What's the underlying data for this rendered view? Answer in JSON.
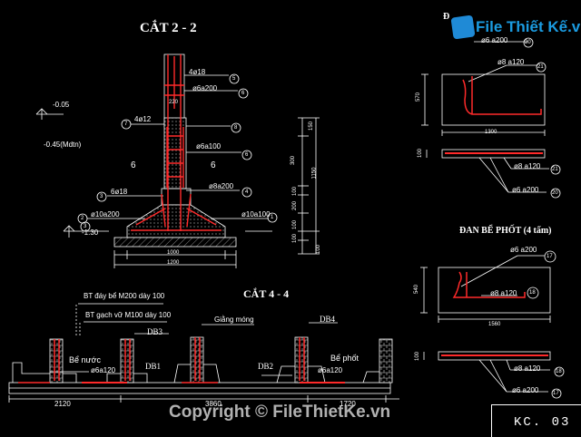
{
  "titles": {
    "section_2_2": "CẮT 2 - 2",
    "section_4_4": "CẮT 4 - 4",
    "slab_septic": "ĐAN BỂ PHỐT (4 tấm)",
    "slab_top_partial": "Đ"
  },
  "section_2_2": {
    "bar_4o18": "4ø18",
    "bar_o6a200_top": "ø6a200",
    "bar_4o12": "4ø12",
    "bar_o6a100": "ø6a100",
    "bar_6o18": "6ø18",
    "bar_o8a200": "ø8a200",
    "bar_o10a200": "ø10a200",
    "bar_o10a100": "ø10a100",
    "level_minus005": "-0.05",
    "level_minus045": "-0.45(Mdtn)",
    "level_minus130": "-1.30",
    "zone_left": "6",
    "zone_right": "6",
    "dim_220": "220",
    "dim_1000": "1000",
    "dim_1200": "1200",
    "markers": [
      "5",
      "6",
      "8",
      "6",
      "4",
      "3",
      "2",
      "1",
      "7",
      "3",
      "2",
      "1"
    ],
    "vdims": [
      "150",
      "300",
      "100",
      "1150",
      "200",
      "100",
      "100",
      "100"
    ]
  },
  "section_4_4": {
    "note_bt_day": "BT đáy bể M200 dày 100",
    "note_bt_gach": "BT gạch vữ M100 dày 100",
    "tie_beam": "Giằng móng",
    "db3": "DB3",
    "db4": "DB4",
    "db1": "DB1",
    "db2": "DB2",
    "water_tank": "Bể nước",
    "septic_tank": "Bể phốt",
    "bar_left": "ø6a120",
    "bar_right": "ø6a120",
    "dim_2120": "2120",
    "dim_3860": "3860",
    "dim_1720": "1720"
  },
  "slab_top": {
    "bar_o6a200": "ø6 a200",
    "bar_o8a120": "ø8 a120",
    "marker_20": "20",
    "marker_21": "21",
    "dim_570": "570",
    "dim_1300": "1300",
    "dim_100": "100",
    "sec_o8a120": "ø8 a120",
    "sec_o6a200": "ø6 a200",
    "sec_marker_21": "21",
    "sec_marker_20": "20"
  },
  "slab_septic": {
    "bar_o6a200": "ø6 a200",
    "bar_o8a120": "ø8 a120",
    "marker_17": "17",
    "marker_18": "18",
    "dim_540": "540",
    "dim_1560": "1560",
    "dim_100": "100",
    "sec_o8a120": "ø8 a120",
    "sec_o6a200": "ø6 a200",
    "sec_marker_18": "18",
    "sec_marker_17": "17"
  },
  "watermark": {
    "logo": "File Thiết Kế.vn",
    "copyright": "Copyright © FileThietKe.vn"
  },
  "title_block": {
    "sheet": "KC. 03"
  },
  "colors": {
    "background": "#000000",
    "line": "#ffffff",
    "rebar": "#ff2a2a",
    "hatch": "#cccccc",
    "label_yellow": "#ffff44",
    "logo_blue": "#1b9be0"
  }
}
